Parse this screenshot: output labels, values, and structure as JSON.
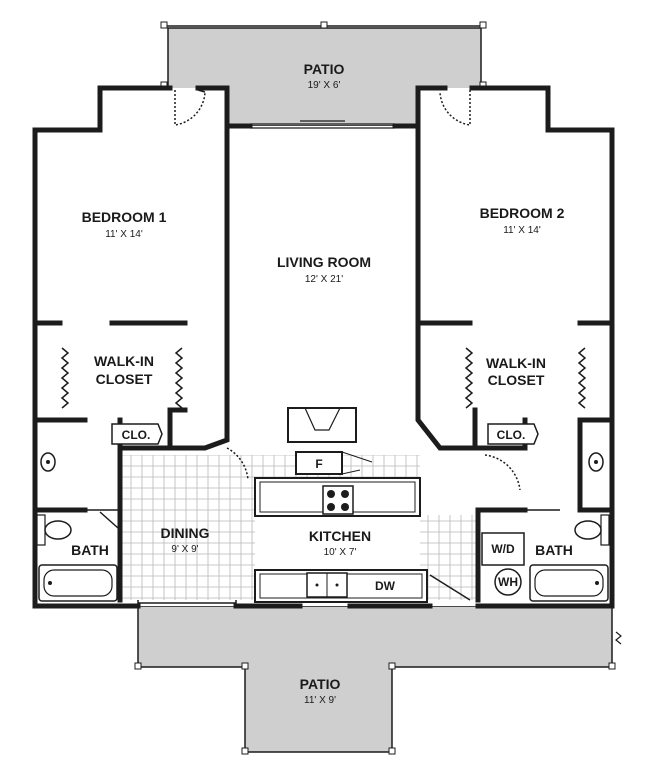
{
  "colors": {
    "wall": "#1c1c1c",
    "patio_fill": "#cfcfcf",
    "floor_fill": "#ffffff",
    "tile_grid": "#b8b8b8"
  },
  "rooms": {
    "patio_top": {
      "name": "PATIO",
      "dim": "19' X 6'"
    },
    "bedroom1": {
      "name": "BEDROOM 1",
      "dim": "11' X 14'"
    },
    "bedroom2": {
      "name": "BEDROOM 2",
      "dim": "11' X 14'"
    },
    "living_room": {
      "name": "LIVING ROOM",
      "dim": "12' X 21'"
    },
    "walkin1": {
      "line1": "WALK-IN",
      "line2": "CLOSET"
    },
    "walkin2": {
      "line1": "WALK-IN",
      "line2": "CLOSET"
    },
    "dining": {
      "name": "DINING",
      "dim": "9' X 9'"
    },
    "kitchen": {
      "name": "KITCHEN",
      "dim": "10' X 7'"
    },
    "bath1": {
      "name": "BATH"
    },
    "bath2": {
      "name": "BATH"
    },
    "patio_bottom": {
      "name": "PATIO",
      "dim": "11' X 9'"
    }
  },
  "fixtures": {
    "clo1": "CLO.",
    "clo2": "CLO.",
    "fridge": "F",
    "dishwasher": "DW",
    "washer_dryer": "W/D",
    "water_heater": "WH"
  }
}
